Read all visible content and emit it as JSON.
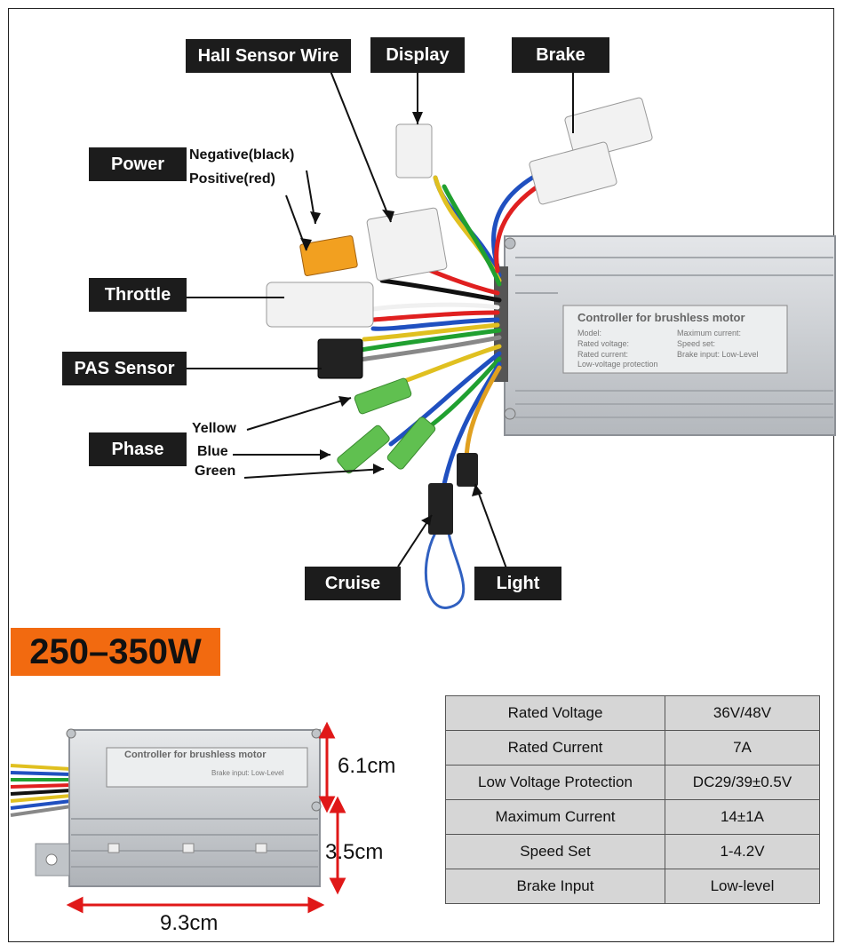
{
  "labels": {
    "hall_sensor_wire": "Hall Sensor Wire",
    "display": "Display",
    "brake": "Brake",
    "power": "Power",
    "negative_black": "Negative(black)",
    "positive_red": "Positive(red)",
    "throttle": "Throttle",
    "pas_sensor": "PAS Sensor",
    "phase": "Phase",
    "yellow": "Yellow",
    "blue": "Blue",
    "green": "Green",
    "cruise": "Cruise",
    "light": "Light"
  },
  "controller_plate": {
    "title": "Controller for brushless motor",
    "model_label": "Model:",
    "max_current_label": "Maximum current:",
    "rated_voltage_label": "Rated voltage:",
    "speed_set_label": "Speed set:",
    "rated_current_label": "Rated current:",
    "brake_input_label": "Brake input: Low-Level",
    "low_voltage_label": "Low-voltage protection"
  },
  "power_badge": "250–350W",
  "dimensions": {
    "width": "9.3cm",
    "height": "6.1cm",
    "depth": "3.5cm"
  },
  "specs": [
    {
      "label": "Rated Voltage",
      "value": "36V/48V"
    },
    {
      "label": "Rated Current",
      "value": "7A"
    },
    {
      "label": "Low Voltage Protection",
      "value": "DC29/39±0.5V"
    },
    {
      "label": "Maximum Current",
      "value": "14±1A"
    },
    {
      "label": "Speed Set",
      "value": "1-4.2V"
    },
    {
      "label": "Brake Input",
      "value": "Low-level"
    }
  ],
  "colors": {
    "badge": "#f26a10",
    "label_bg": "#1c1c1c",
    "table_bg": "#d6d6d6",
    "housing": "#c9ccd0"
  }
}
